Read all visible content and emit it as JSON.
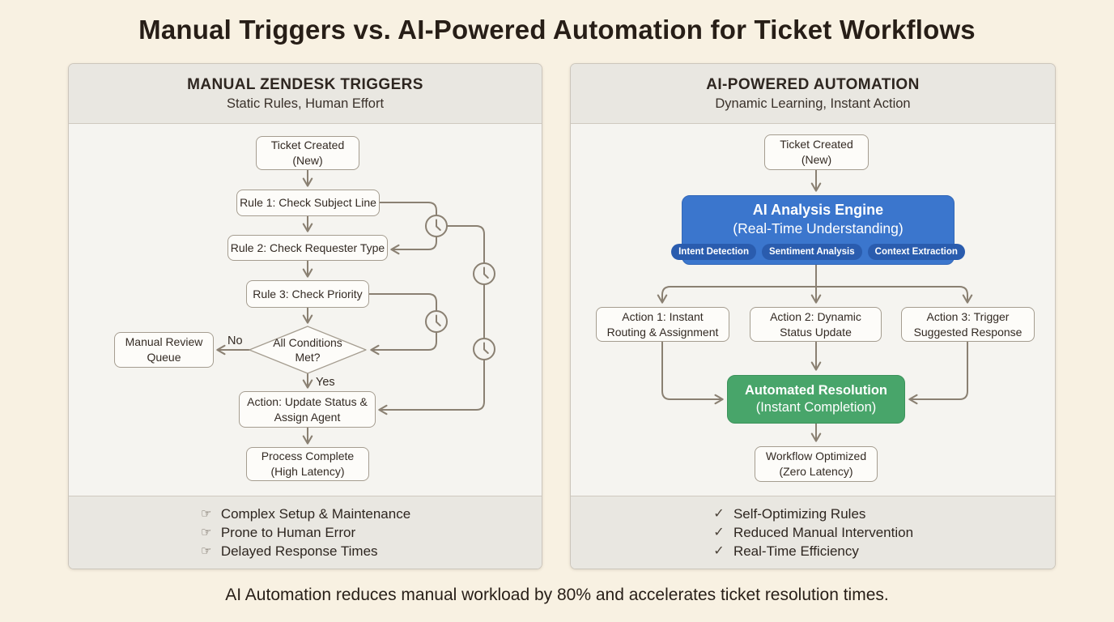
{
  "title": "Manual Triggers vs. AI-Powered Automation for Ticket Workflows",
  "caption": "AI Automation reduces manual workload by 80% and accelerates ticket resolution times.",
  "colors": {
    "page_background": "#f8f1e2",
    "panel_body": "#f5f4f0",
    "panel_strip": "#e9e7e1",
    "connector": "#8a8072",
    "ai_blue": "#3b76cd",
    "ai_pill_blue": "#2a5cae",
    "resolution_green": "#48a56a",
    "text_dark": "#2e2620"
  },
  "left_panel": {
    "header": {
      "title": "MANUAL ZENDESK TRIGGERS",
      "subtitle": "Static Rules, Human Effort"
    },
    "nodes": {
      "ticket": {
        "line1": "Ticket Created",
        "line2": "(New)"
      },
      "rule1": {
        "label": "Rule 1: Check Subject Line"
      },
      "rule2": {
        "label": "Rule 2: Check Requester Type"
      },
      "rule3": {
        "label": "Rule 3: Check Priority"
      },
      "decision": {
        "line1": "All Conditions",
        "line2": "Met?"
      },
      "manual_queue": {
        "line1": "Manual Review",
        "line2": "Queue"
      },
      "action": {
        "line1": "Action: Update Status &",
        "line2": "Assign Agent"
      },
      "complete": {
        "line1": "Process Complete",
        "line2": "(High Latency)"
      }
    },
    "labels": {
      "no": "No",
      "yes": "Yes"
    },
    "footer": {
      "bullet": "☞",
      "items": [
        "Complex Setup & Maintenance",
        "Prone to Human Error",
        "Delayed Response Times"
      ]
    }
  },
  "right_panel": {
    "header": {
      "title": "AI-POWERED AUTOMATION",
      "subtitle": "Dynamic Learning, Instant Action"
    },
    "nodes": {
      "ticket": {
        "line1": "Ticket Created",
        "line2": "(New)"
      },
      "ai_engine": {
        "title": "AI Analysis Engine",
        "subtitle": "(Real-Time Understanding)",
        "pills": [
          "Intent Detection",
          "Sentiment Analysis",
          "Context Extraction"
        ]
      },
      "action1": {
        "line1": "Action 1: Instant",
        "line2": "Routing & Assignment"
      },
      "action2": {
        "line1": "Action 2: Dynamic",
        "line2": "Status Update"
      },
      "action3": {
        "line1": "Action 3: Trigger",
        "line2": "Suggested Response"
      },
      "resolution": {
        "title": "Automated Resolution",
        "subtitle": "(Instant Completion)"
      },
      "optimized": {
        "line1": "Workflow Optimized",
        "line2": "(Zero Latency)"
      }
    },
    "footer": {
      "bullet": "✓",
      "items": [
        "Self-Optimizing Rules",
        "Reduced Manual Intervention",
        "Real-Time Efficiency"
      ]
    }
  }
}
